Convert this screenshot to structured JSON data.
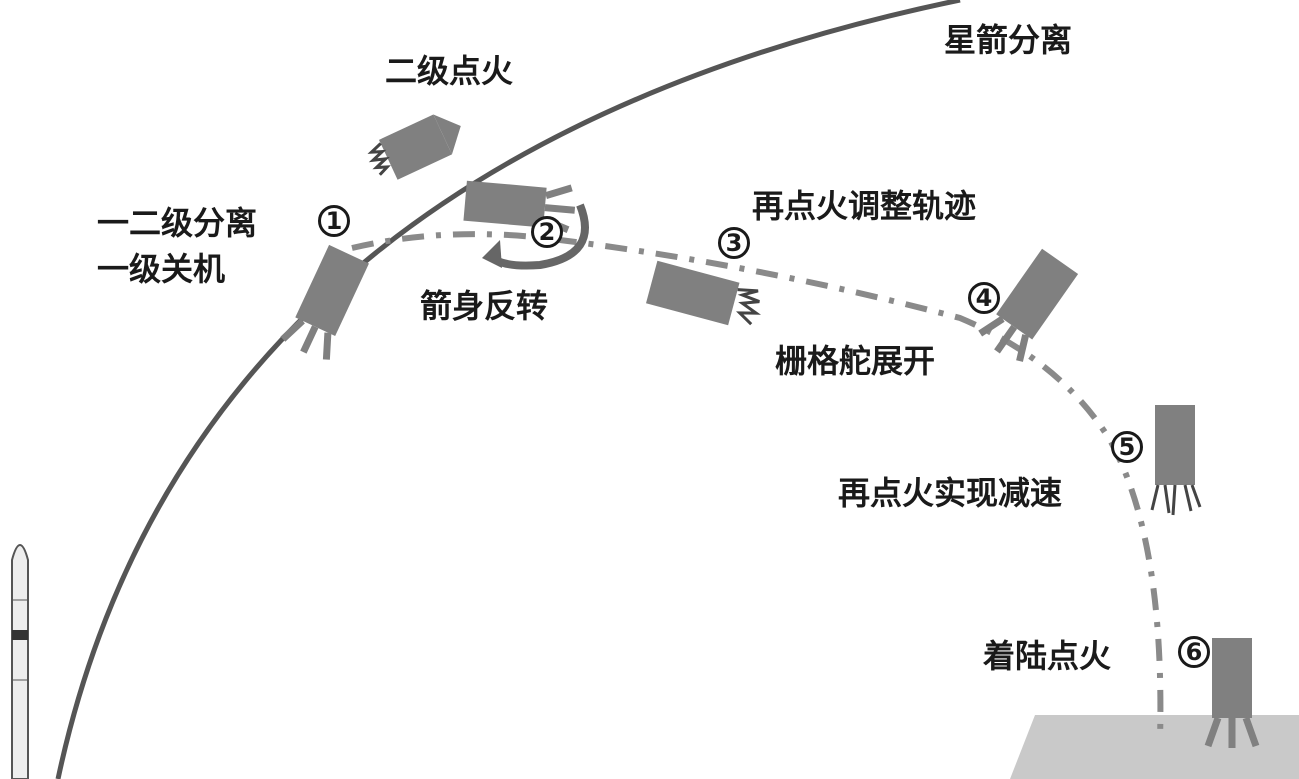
{
  "labels": {
    "separation_payload": "星箭分离",
    "second_ignition": "二级点火",
    "stage_separation": "一二级分离",
    "first_cutoff": "一级关机",
    "flip": "箭身反转",
    "reignite_trajectory": "再点火调整轨迹",
    "grid_fins": "栅格舵展开",
    "reignite_decelerate": "再点火实现减速",
    "landing_ignition": "着陆点火"
  },
  "steps": [
    "1",
    "2",
    "3",
    "4",
    "5",
    "6"
  ],
  "colors": {
    "stage": "#808080",
    "trajectory": "#8a8a8a",
    "orbit": "#555555",
    "ground": "#c8c8c8"
  }
}
